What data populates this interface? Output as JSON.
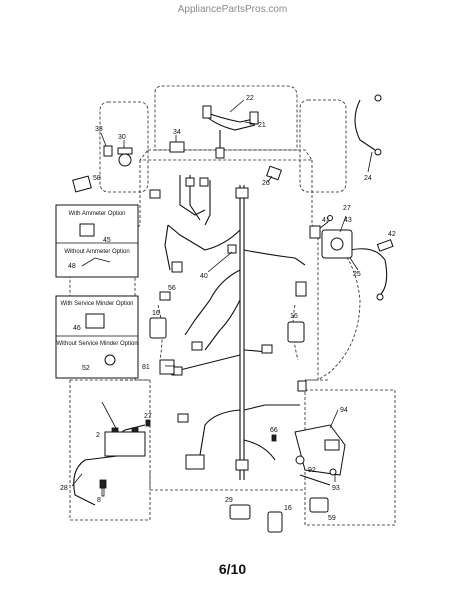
{
  "header": {
    "site": "AppliancePartsPros.com"
  },
  "footer": {
    "page": "6/10"
  },
  "options": {
    "ammeter": "With Ammeter Option",
    "no_ammeter": "Without Ammeter Option",
    "service_minder": "With Service Minder Option",
    "no_service_minder": "Without Service Minder Option"
  },
  "callouts": {
    "c22": "22",
    "c21": "21",
    "c33": "33",
    "c30": "30",
    "c34": "34",
    "c58": "58",
    "c26": "26",
    "c24": "24",
    "c27a": "27",
    "c41": "41",
    "c43": "43",
    "c42": "42",
    "c25": "25",
    "c45": "45",
    "c48": "48",
    "c40": "40",
    "c56": "56",
    "c16a": "16",
    "c16b": "16",
    "c46": "46",
    "c52": "52",
    "c81": "81",
    "c27b": "27",
    "c2": "2",
    "c66": "66",
    "c94": "94",
    "c92": "92",
    "c93": "93",
    "c28": "28",
    "c8": "8",
    "c29": "29",
    "c16c": "16",
    "c59": "59"
  }
}
